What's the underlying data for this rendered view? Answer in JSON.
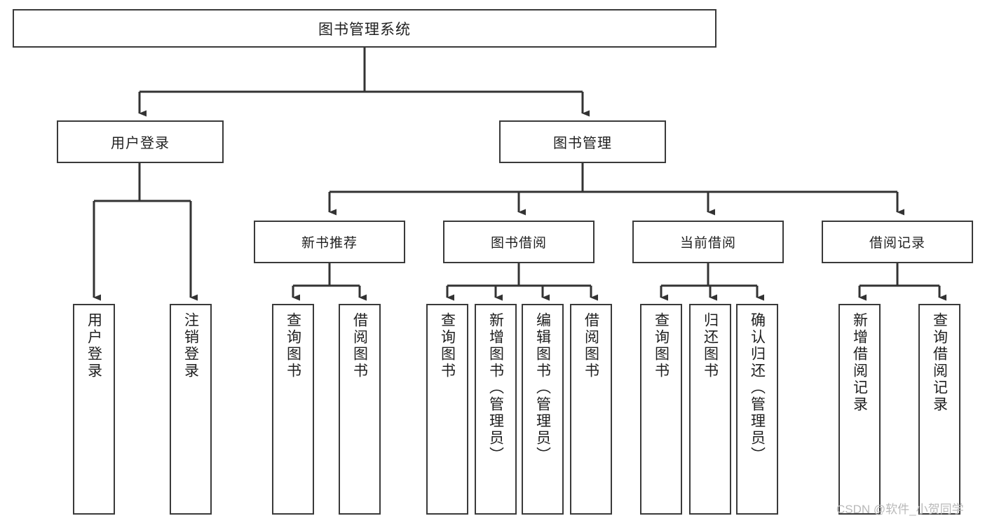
{
  "diagram": {
    "title": "图书管理系统",
    "type": "hierarchy-tree",
    "watermark": "CSDN @软件_小贺同学",
    "colors": {
      "background": "#ffffff",
      "box_border": "#3a3a3a",
      "box_fill": "#ffffff",
      "text": "#1f1f1f",
      "connector": "#333333",
      "watermark": "#b9b9b9"
    }
  },
  "nodes": {
    "root": {
      "label": "图书管理系统"
    },
    "level2": [
      {
        "label": "用户登录"
      },
      {
        "label": "图书管理"
      }
    ],
    "level3": [
      {
        "label": "新书推荐"
      },
      {
        "label": "图书借阅"
      },
      {
        "label": "当前借阅"
      },
      {
        "label": "借阅记录"
      }
    ],
    "leaves": {
      "user_login": [
        {
          "label": "用户登录"
        },
        {
          "label": "注销登录"
        }
      ],
      "new_book_recommend": [
        {
          "label": "查询图书"
        },
        {
          "label": "借阅图书"
        }
      ],
      "book_borrow": [
        {
          "label": "查询图书"
        },
        {
          "label": "新增图书（管理员）"
        },
        {
          "label": "编辑图书（管理员）"
        },
        {
          "label": "借阅图书"
        }
      ],
      "current_borrow": [
        {
          "label": "查询图书"
        },
        {
          "label": "归还图书"
        },
        {
          "label": "确认归还（管理员）"
        }
      ],
      "borrow_record": [
        {
          "label": "新增借阅记录"
        },
        {
          "label": "查询借阅记录"
        }
      ]
    }
  }
}
